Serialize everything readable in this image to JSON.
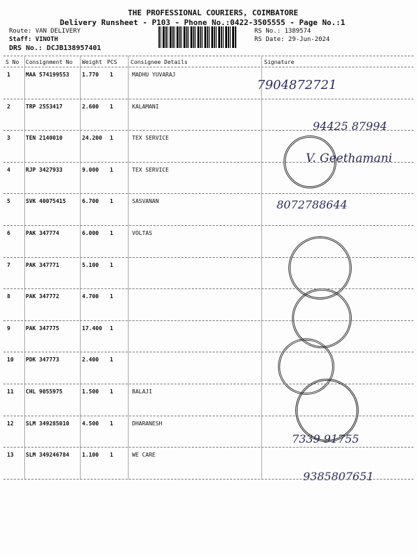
{
  "header": {
    "company": "THE PROFESSIONAL COURIERS, COIMBATORE",
    "subtitle": "Delivery Runsheet - P103 - Phone No.:0422-3505555 - Page No.:1",
    "route": "Route: VAN DELIVERY",
    "staff": "Staff: VINOTH",
    "drs": "DRS No.: DCJB138957401",
    "rs_no": "RS No.: 1389574",
    "rs_date": "RS Date: 29-Jun-2024"
  },
  "columns": [
    "S No",
    "Consignment No",
    "Weight",
    "PCS",
    "Consignee Details",
    "Signature"
  ],
  "rows": [
    {
      "sno": "1",
      "cn": "MAA 574199553",
      "wt": "1.770",
      "pcs": "1",
      "name": "MADHU YUVARAJ"
    },
    {
      "sno": "2",
      "cn": "TRP 2553417",
      "wt": "2.600",
      "pcs": "1",
      "name": "KALAMANI"
    },
    {
      "sno": "3",
      "cn": "TEN 2140010",
      "wt": "24.200",
      "pcs": "1",
      "name": "TEX SERVICE"
    },
    {
      "sno": "4",
      "cn": "RJP 3427933",
      "wt": "9.000",
      "pcs": "1",
      "name": "TEX SERVICE"
    },
    {
      "sno": "5",
      "cn": "SVK 40075415",
      "wt": "6.700",
      "pcs": "1",
      "name": "SASVANAN"
    },
    {
      "sno": "6",
      "cn": "PAK 347774",
      "wt": "6.000",
      "pcs": "1",
      "name": "VOLTAS"
    },
    {
      "sno": "7",
      "cn": "PAK 347771",
      "wt": "5.100",
      "pcs": "1",
      "name": ""
    },
    {
      "sno": "8",
      "cn": "PAK 347772",
      "wt": "4.700",
      "pcs": "1",
      "name": ""
    },
    {
      "sno": "9",
      "cn": "PAK 347775",
      "wt": "17.400",
      "pcs": "1",
      "name": ""
    },
    {
      "sno": "10",
      "cn": "PDK 347773",
      "wt": "2.400",
      "pcs": "1",
      "name": ""
    },
    {
      "sno": "11",
      "cn": "CHL 9055975",
      "wt": "1.500",
      "pcs": "1",
      "name": "BALAJI"
    },
    {
      "sno": "12",
      "cn": "SLM 349285010",
      "wt": "4.500",
      "pcs": "1",
      "name": "DHARANESH"
    },
    {
      "sno": "13",
      "cn": "SLM 349246784",
      "wt": "1.100",
      "pcs": "1",
      "name": "WE CARE"
    }
  ],
  "handwriting": [
    "7904872721",
    "94425 87994",
    "V. Geethamani",
    "8072788644",
    "7339 91755",
    "9385807651"
  ]
}
